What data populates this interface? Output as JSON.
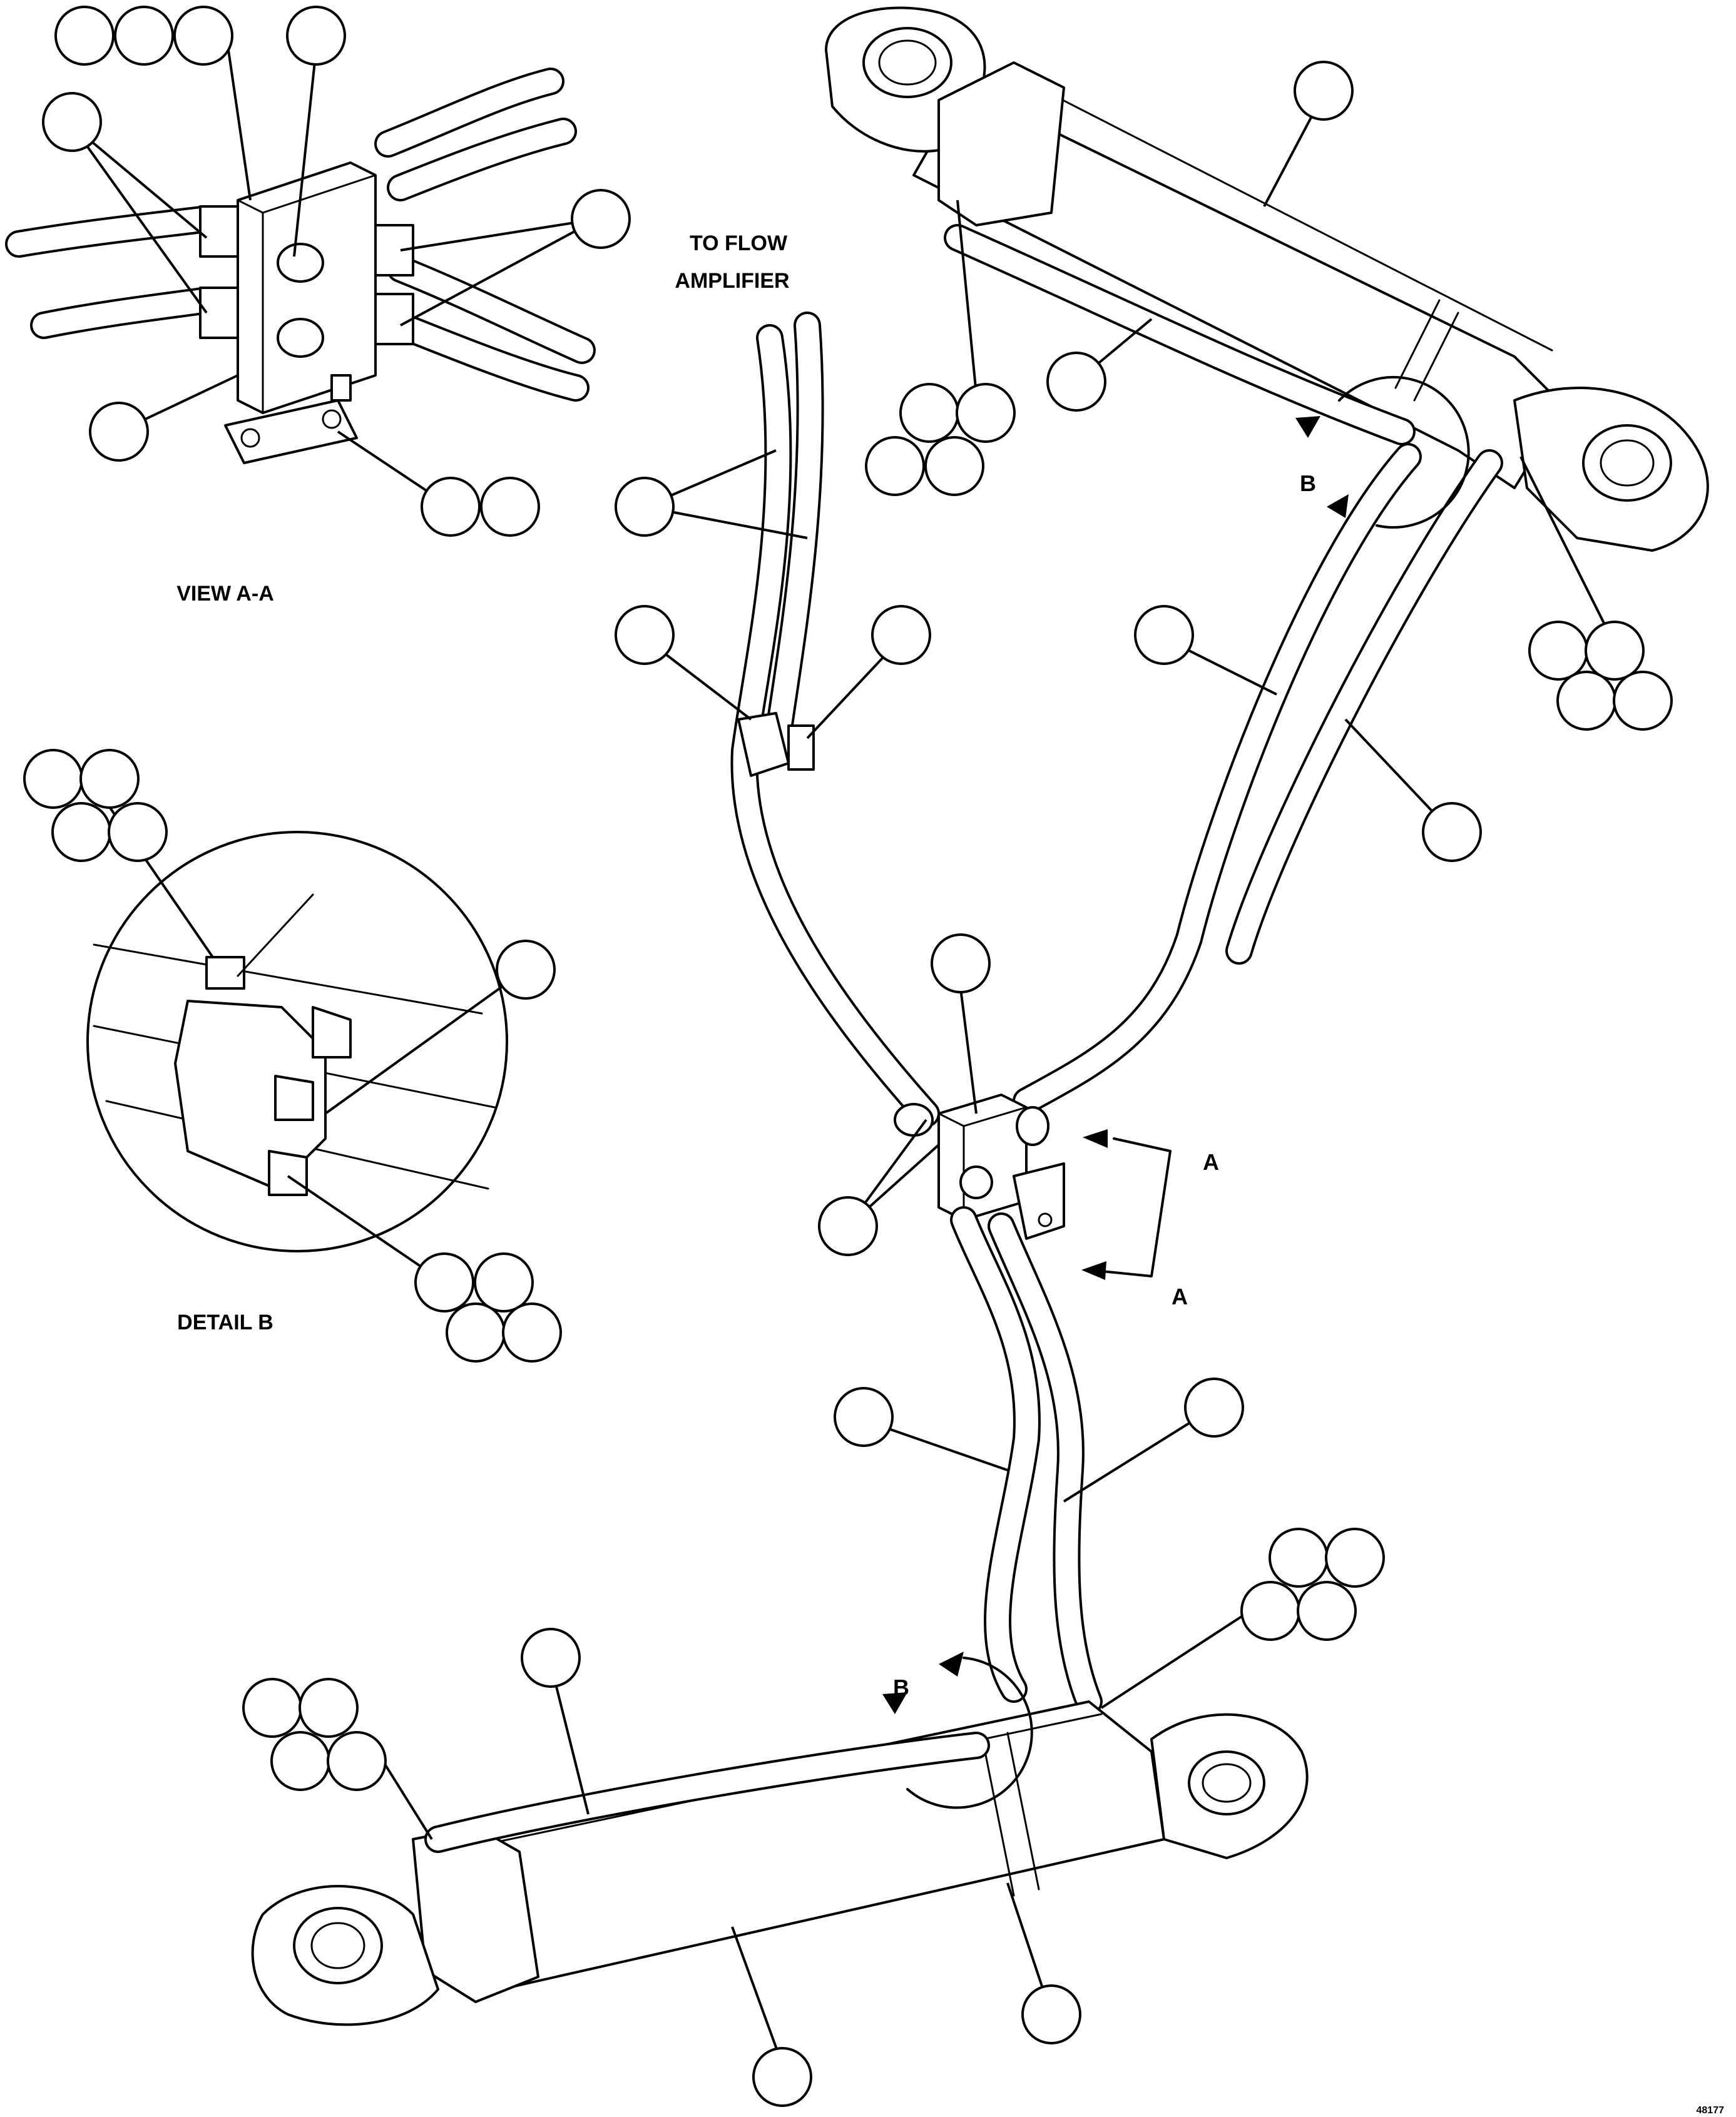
{
  "labels": {
    "to_flow_line1": "TO FLOW",
    "to_flow_line2": "AMPLIFIER",
    "view_aa": "VIEW A-A",
    "detail_b": "DETAIL B",
    "section_a_top": "A",
    "section_a_bottom": "A",
    "detail_b_top": "B",
    "detail_b_bottom": "B",
    "figure_number": "48177"
  }
}
